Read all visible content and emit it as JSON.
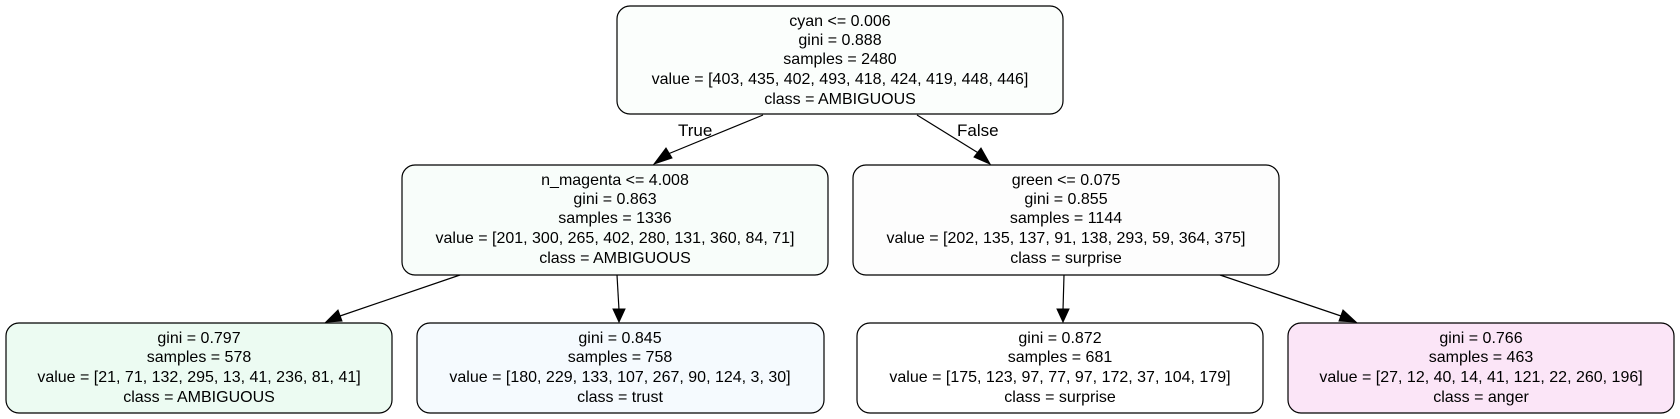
{
  "nodes": {
    "root": {
      "split": "cyan <= 0.006",
      "gini": "gini = 0.888",
      "samples": "samples = 2480",
      "value": "value = [403, 435, 402, 493, 418, 424, 419, 448, 446]",
      "class": "class = AMBIGUOUS",
      "fill": "#fbfefc"
    },
    "left": {
      "split": "n_magenta <= 4.008",
      "gini": "gini = 0.863",
      "samples": "samples = 1336",
      "value": "value = [201, 300, 265, 402, 280, 131, 360, 84, 71]",
      "class": "class = AMBIGUOUS",
      "fill": "#f8fdfa"
    },
    "right": {
      "split": "green <= 0.075",
      "gini": "gini = 0.855",
      "samples": "samples = 1144",
      "value": "value = [202, 135, 137, 91, 138, 293, 59, 364, 375]",
      "class": "class = surprise",
      "fill": "#fdfdfd"
    },
    "leaf_ll": {
      "gini": "gini = 0.797",
      "samples": "samples = 578",
      "value": "value = [21, 71, 132, 295, 13, 41, 236, 81, 41]",
      "class": "class = AMBIGUOUS",
      "fill": "#ecfbf2"
    },
    "leaf_lr": {
      "gini": "gini = 0.845",
      "samples": "samples = 758",
      "value": "value = [180, 229, 133, 107, 267, 90, 124, 3, 30]",
      "class": "class = trust",
      "fill": "#f5fafe"
    },
    "leaf_rl": {
      "gini": "gini = 0.872",
      "samples": "samples = 681",
      "value": "value = [175, 123, 97, 77, 97, 172, 37, 104, 179]",
      "class": "class = surprise",
      "fill": "#ffffff"
    },
    "leaf_rr": {
      "gini": "gini = 0.766",
      "samples": "samples = 463",
      "value": "value = [27, 12, 40, 14, 41, 121, 22, 260, 196]",
      "class": "class = anger",
      "fill": "#fbe5f7"
    }
  },
  "edges": {
    "true_label": "True",
    "false_label": "False"
  }
}
